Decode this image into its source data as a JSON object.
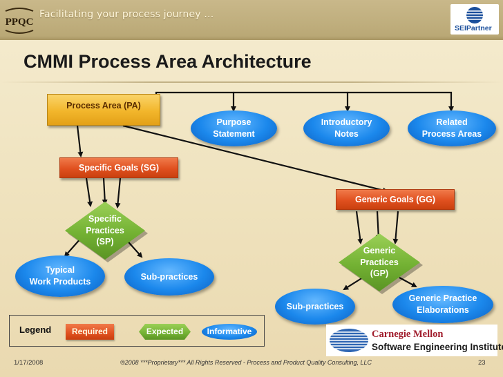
{
  "header": {
    "tagline": "Facilitating your process journey ...",
    "ppqc_logo_text": "PPQC",
    "partner_logo_text": "SEIPartner"
  },
  "title": "CMMI Process Area Architecture",
  "nodes": {
    "process_area": "Process Area (PA)",
    "purpose_statement": [
      "Purpose",
      "Statement"
    ],
    "introductory_notes": [
      "Introductory",
      "Notes"
    ],
    "related_process_areas": [
      "Related",
      "Process Areas"
    ],
    "specific_goals": "Specific Goals (SG)",
    "generic_goals": "Generic Goals (GG)",
    "specific_practices": [
      "Specific",
      "Practices",
      "(SP)"
    ],
    "generic_practices": [
      "Generic",
      "Practices",
      "(GP)"
    ],
    "typical_work_products": [
      "Typical",
      "Work Products"
    ],
    "sub_practices_specific": "Sub-practices",
    "sub_practices_generic": "Sub-practices",
    "generic_practice_elaborations": [
      "Generic Practice",
      "Elaborations"
    ]
  },
  "legend": {
    "title": "Legend",
    "required": "Required",
    "expected": "Expected",
    "informative": "Informative"
  },
  "cmu_logo": {
    "line1": "Carnegie Mellon",
    "line2": "Software Engineering Institute"
  },
  "footer": {
    "date": "1/17/2008",
    "copyright": "®2008 ***Proprietary***  All Rights Reserved - Process and Product Quality Consulting, LLC",
    "page": "23"
  },
  "colors": {
    "required": "#e0501f",
    "expected": "#73b133",
    "informative": "#1b88ec",
    "process_area": "#f2b62b"
  },
  "icons": [
    "ppqc-logo-icon",
    "sei-partner-globe-icon",
    "cmu-sei-stripes-icon"
  ]
}
